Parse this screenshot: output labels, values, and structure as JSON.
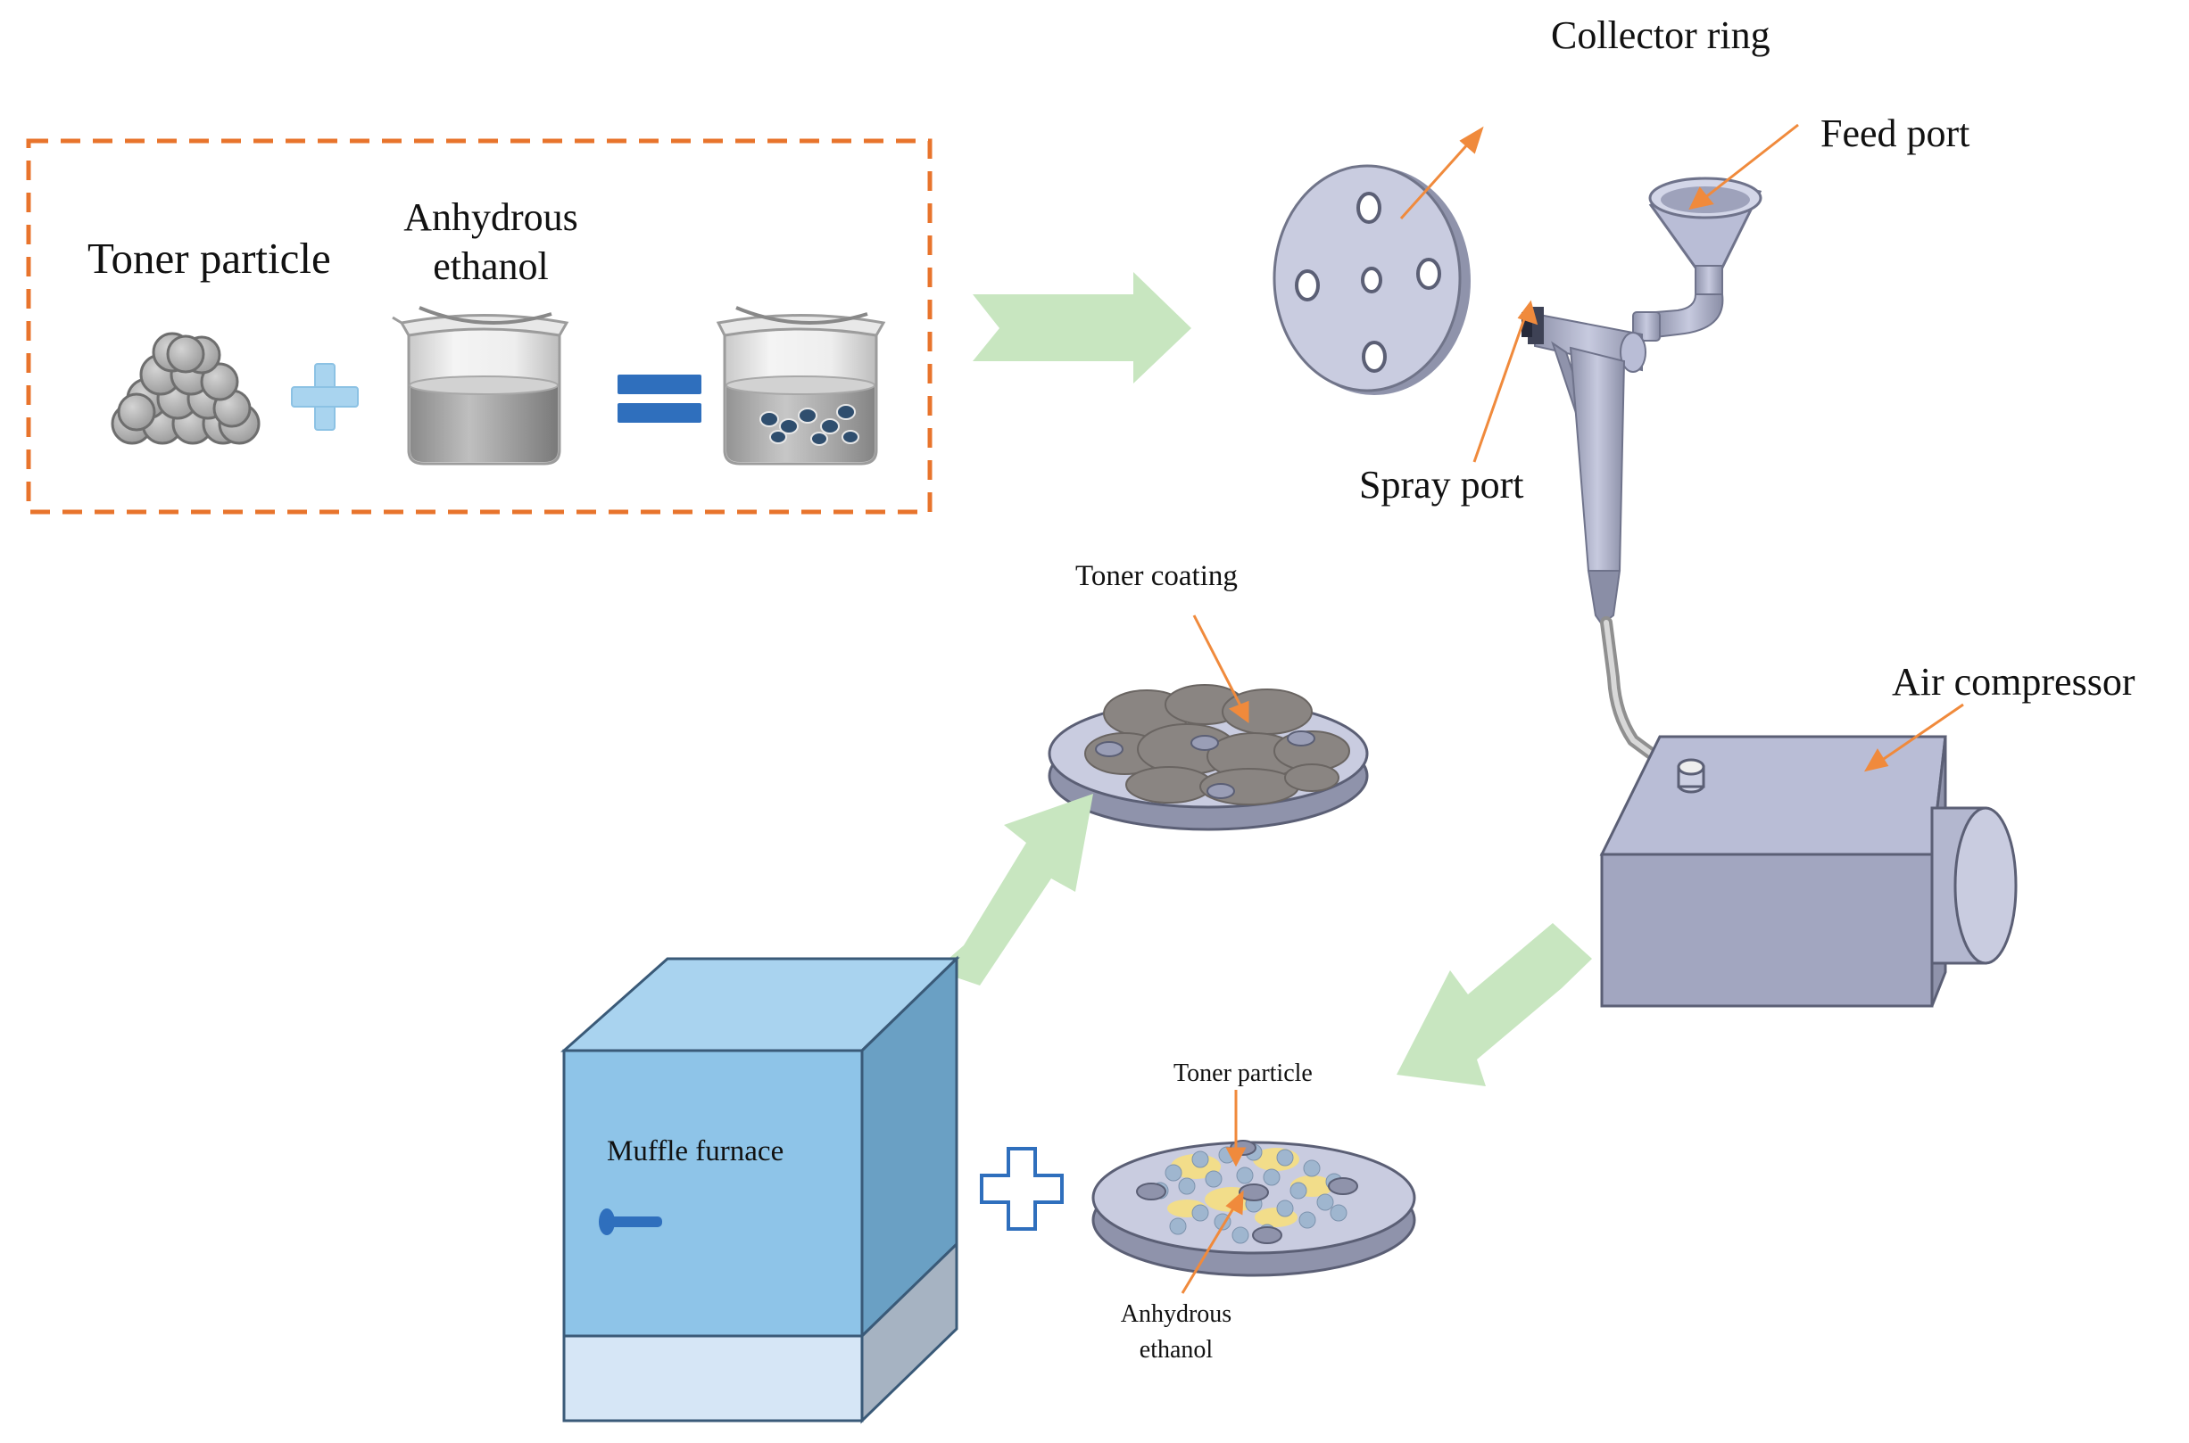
{
  "labels": {
    "collector_ring": "Collector ring",
    "feed_port": "Feed port",
    "spray_port": "Spray port",
    "toner_particle_top": "Toner particle",
    "anhydrous_top_line1": "Anhydrous",
    "anhydrous_top_line2": "ethanol",
    "toner_coating": "Toner coating",
    "air_compressor": "Air compressor",
    "muffle_furnace": "Muffle furnace",
    "toner_particle_small": "Toner particle",
    "anhydrous_small_line1": "Anhydrous",
    "anhydrous_small_line2": "ethanol"
  },
  "colors": {
    "dashed_box": "#e8742c",
    "flow_arrow": "#c8e6c0",
    "callout_arrow": "#f08a3c",
    "plus_blue": "#a9d4ef",
    "equals_blue": "#2f6fbd",
    "equipment_gray": "#b9bdd6",
    "furnace_front": "#8ec4e8",
    "furnace_side": "#6aa0c4",
    "furnace_top": "#a9d3ef",
    "furnace_base": "#d6e6f6",
    "toner_gray": "#8f8a86",
    "ethanol_yellow": "#f2dd8a",
    "particle_blue": "#9fb6cf"
  },
  "icons": {
    "particle_pile": "toner-particle-pile-icon",
    "beaker": "beaker-icon",
    "plus": "plus-icon",
    "equals": "equals-icon",
    "flow_arrow": "flow-arrow-icon",
    "callout_arrow": "callout-arrow-icon"
  }
}
